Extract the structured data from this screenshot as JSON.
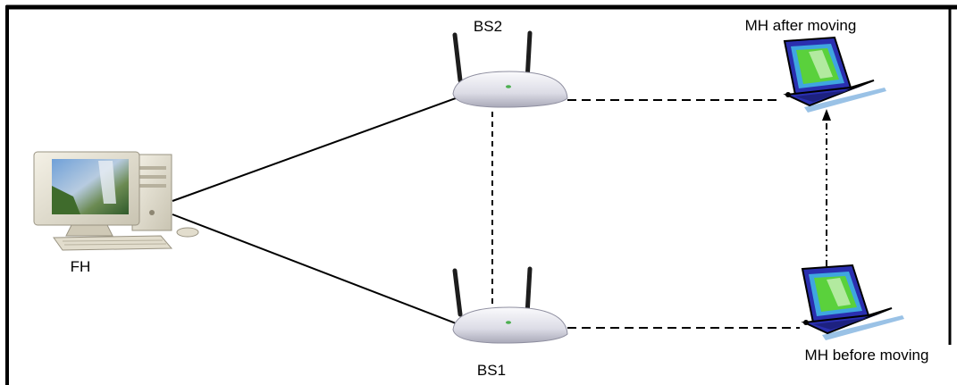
{
  "nodes": {
    "fh": {
      "label": "FH",
      "icon": "desktop-computer-icon"
    },
    "bs2": {
      "label": "BS2",
      "icon": "wireless-router-icon"
    },
    "bs1": {
      "label": "BS1",
      "icon": "wireless-router-icon"
    },
    "mh_after": {
      "label": "MH after moving",
      "icon": "laptop-icon"
    },
    "mh_before": {
      "label": "MH before moving",
      "icon": "laptop-icon"
    }
  },
  "links": [
    {
      "from": "FH",
      "to": "BS2",
      "style": "solid"
    },
    {
      "from": "FH",
      "to": "BS1",
      "style": "solid"
    },
    {
      "from": "BS2",
      "to": "BS1",
      "style": "dashed"
    },
    {
      "from": "BS2",
      "to": "MH after moving",
      "style": "dashed"
    },
    {
      "from": "BS1",
      "to": "MH before moving",
      "style": "dashed"
    },
    {
      "from": "MH before moving",
      "to": "MH after moving",
      "style": "dash-dot-arrow"
    }
  ],
  "colors": {
    "frame": "#000000",
    "laptop_body": "#2a2fb0",
    "laptop_screen": "#5ad13c",
    "screen_bezel": "#3fa6e0",
    "router_body": "#e4e4ec"
  }
}
